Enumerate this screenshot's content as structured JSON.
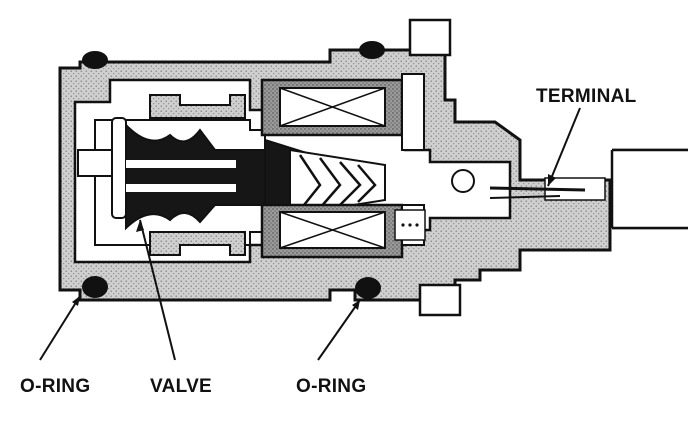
{
  "labels": {
    "terminal": "TERMINAL",
    "o_ring_left": "O-RING",
    "valve": "VALVE",
    "o_ring_right": "O-RING"
  }
}
